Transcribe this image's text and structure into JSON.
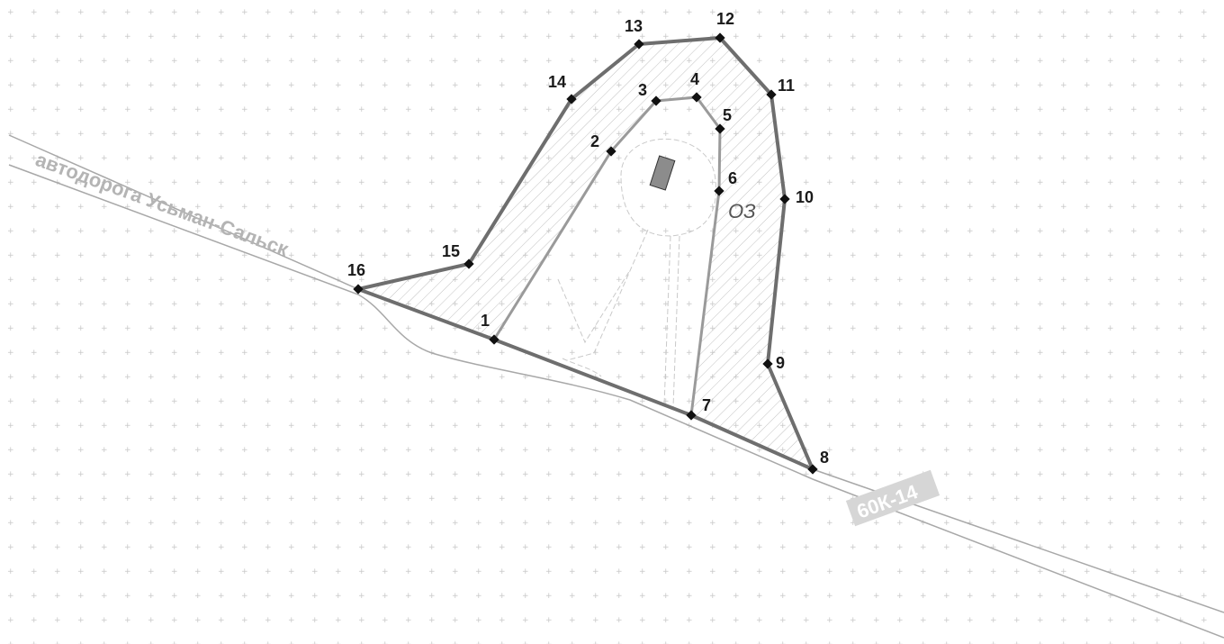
{
  "road": {
    "name": "автодорога Усьман-Сальск",
    "code": "60К-14"
  },
  "zone": {
    "label": "ОЗ"
  },
  "points": [
    {
      "label": "1"
    },
    {
      "label": "2"
    },
    {
      "label": "3"
    },
    {
      "label": "4"
    },
    {
      "label": "5"
    },
    {
      "label": "6"
    },
    {
      "label": "7"
    },
    {
      "label": "8"
    },
    {
      "label": "9"
    },
    {
      "label": "10"
    },
    {
      "label": "11"
    },
    {
      "label": "12"
    },
    {
      "label": "13"
    },
    {
      "label": "14"
    },
    {
      "label": "15"
    },
    {
      "label": "16"
    }
  ],
  "colors": {
    "outer_boundary": "#6e6e6e",
    "inner_boundary": "#9a9a9a",
    "road_edge": "#a8a8a8",
    "hatch": "#bdbdbd",
    "vertex": "#111111",
    "building": "#8c8c8c",
    "code_badge": "#d6d6d6"
  }
}
